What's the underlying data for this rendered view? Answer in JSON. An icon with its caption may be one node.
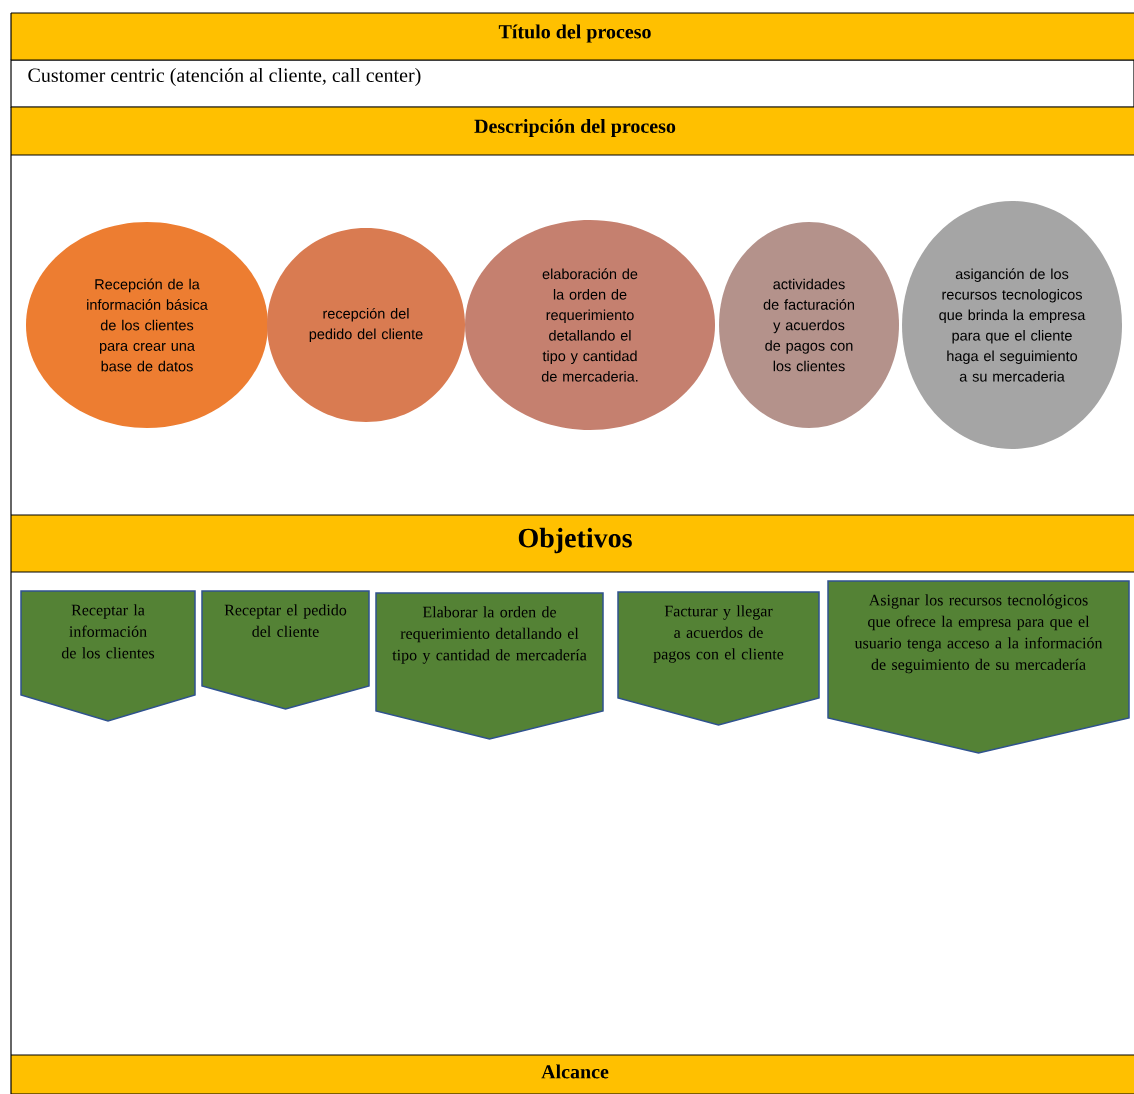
{
  "diagram": {
    "nodes": [
      {
        "text": [
          "Título del proceso"
        ]
      },
      {
        "text": [
          "Descripción del proceso"
        ]
      },
      {
        "text": [
          "Recepción de la información básica de los clientes para crear una base de datos"
        ]
      },
      {
        "text": [
          "recepción del pedido del cliente"
        ]
      },
      {
        "text": [
          "elaboración de la orden de requerimiento detallando el tipo y cantidad de mercaderia."
        ]
      },
      {
        "text": [
          "actividades de facturación y acuerdos de pagos con los clientes"
        ]
      },
      {
        "text": [
          "asiganción  de los recursos tecnologicos que brinda la empresa para que el cliente haga el seguimiento a su mercaderia"
        ]
      },
      {
        "text": [
          "Objetivos"
        ]
      },
      {
        "text": [
          "Receptar la información de los clientes"
        ]
      },
      {
        "text": [
          "Receptar el pedido del cliente"
        ]
      },
      {
        "text": [
          "Elaborar la orden de requerimiento detallando el tipo y cantidad de mercadería"
        ]
      },
      {
        "text": [
          "Facturar y llegar a acuerdos de pagos con el cliente"
        ]
      },
      {
        "text": [
          "Asignar los recursos tecnológicos que ofrece la empresa para que el usuario tenga acceso a la información de seguimiento de su mercadería"
        ]
      },
      {
        "text": [
          "Alcance"
        ]
      }
    ],
    "labels": [
      "Customer centric (atención al cliente, call center)"
    ]
  }
}
